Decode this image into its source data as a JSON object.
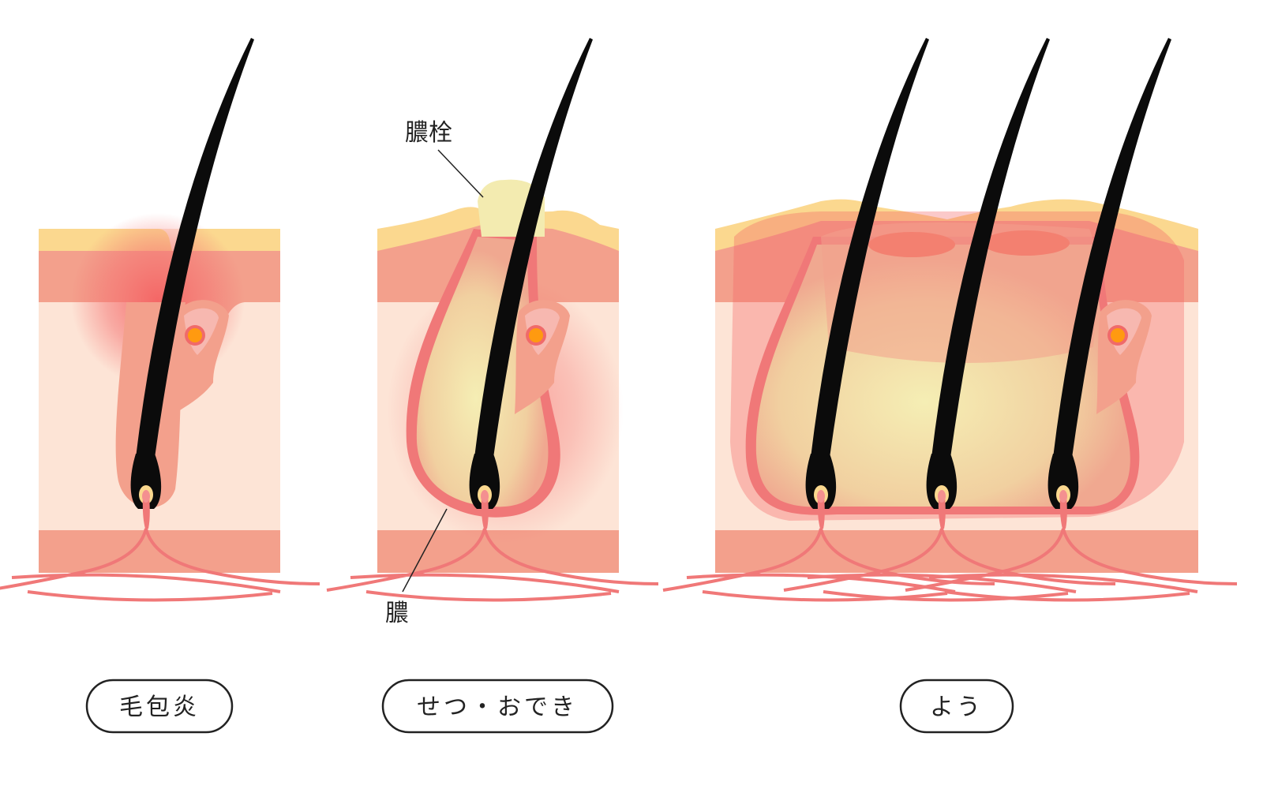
{
  "panels": [
    {
      "label": "毛包炎"
    },
    {
      "label": "せつ・おでき"
    },
    {
      "label": "よう"
    }
  ],
  "annotations": {
    "pus_plug": "膿栓",
    "pus": "膿"
  },
  "colors": {
    "epidermis": "#fbd88f",
    "dermis": "#f3a08c",
    "subcutis": "#fde4d6",
    "inflammation": "#f46464",
    "pus": "#f3ebb0",
    "vessel": "#f07878",
    "hair": "#0b0b0b",
    "sebum": "#ff9a10"
  }
}
